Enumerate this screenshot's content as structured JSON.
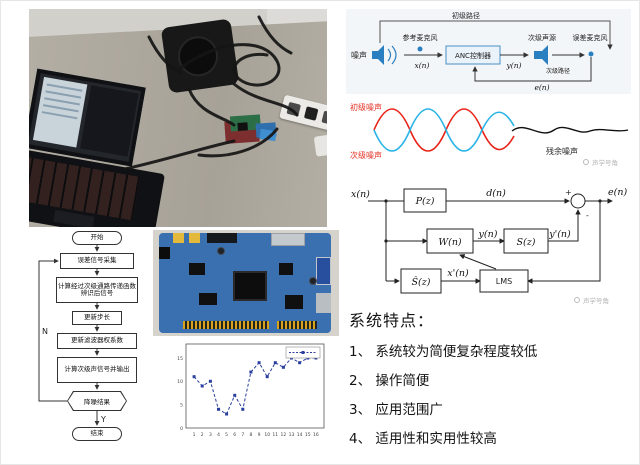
{
  "figures": {
    "anc_diagram": {
      "noise": "噪声",
      "ref_mic": "参考麦克风",
      "controller": "ANC控制器",
      "x_n": "x(n)",
      "y_n": "y(n)",
      "e_n": "e(n)",
      "primary_path": "初级路径",
      "secondary_source": "次级声源",
      "secondary_path": "次级路径",
      "error_mic": "误差麦克风",
      "accent_color": "#2a7fc1"
    },
    "waveform": {
      "primary_noise": "初级噪声",
      "secondary_noise": "次级噪声",
      "residual_noise": "残余噪声",
      "watermark": "声学号角",
      "primary_color": "#e8251a",
      "secondary_color": "#2ab4e8",
      "residual_color": "#111111"
    },
    "block_diagram": {
      "x_n": "x(n)",
      "P_z": "P(z)",
      "d_n": "d(n)",
      "e_n": "e(n)",
      "W_n": "W(n)",
      "y_n": "y(n)",
      "S_z": "S(z)",
      "y_filt": "y'(n)",
      "S_hat": "Ŝ(z)",
      "x_filt": "x'(n)",
      "lms": "LMS",
      "plus": "+",
      "minus": "-",
      "watermark": "声学号角"
    }
  },
  "flowchart": {
    "start": "开始",
    "steps": [
      "误差信号采集",
      "计算经过次级通路传递函数辨识后信号",
      "更新步长",
      "更新滤波器权系数",
      "计算次级声信号并输出"
    ],
    "decision": "降噪结果",
    "end": "结束",
    "branch_no": "N",
    "branch_yes": "Y"
  },
  "features": {
    "title": "系统特点：",
    "items": [
      "1、 系统较为简便复杂程度较低",
      "2、 操作简便",
      "3、 应用范围广",
      "4、 适用性和实用性较高"
    ]
  },
  "chart_data": {
    "type": "line",
    "x": [
      1,
      2,
      3,
      4,
      5,
      6,
      7,
      8,
      9,
      10,
      11,
      12,
      13,
      14,
      15,
      16
    ],
    "values": [
      11,
      9,
      10,
      4,
      3,
      7,
      4,
      12,
      14,
      11,
      14,
      13,
      15,
      14,
      15,
      15
    ],
    "xticks": [
      1,
      2,
      3,
      4,
      5,
      6,
      7,
      8,
      9,
      10,
      11,
      12,
      13,
      14,
      15,
      16
    ],
    "yticks": [
      0,
      5,
      10,
      15
    ],
    "xlim": [
      0,
      17
    ],
    "ylim": [
      0,
      18
    ],
    "line_style": "dashed",
    "marker": "square",
    "color": "#2b3f9e",
    "legend_position": "top-right",
    "title": "",
    "xlabel": "",
    "ylabel": ""
  }
}
